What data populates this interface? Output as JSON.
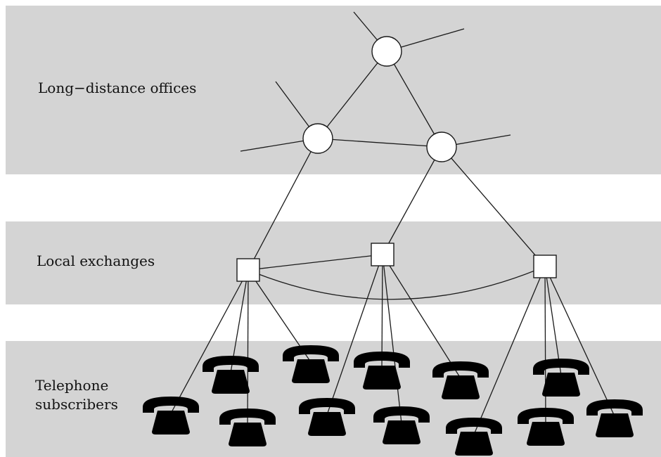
{
  "labels": {
    "long_distance": "Long−distance offices",
    "local": "Local exchanges",
    "subscribers_line1": "Telephone",
    "subscribers_line2": "subscribers"
  },
  "colors": {
    "band": "#d4d4d4",
    "line": "#1a1a1a",
    "phone": "#000000",
    "node_fill": "#ffffff"
  },
  "icons": {
    "office": "circle-node-icon",
    "exchange": "square-node-icon",
    "subscriber": "telephone-icon"
  }
}
